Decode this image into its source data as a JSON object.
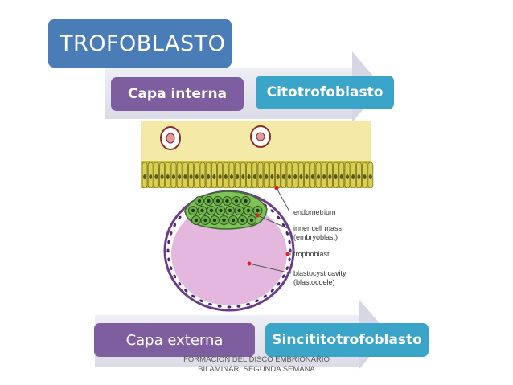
{
  "title": "TROFOBLASTO",
  "top_row": {
    "left_label": "Capa interna",
    "right_label": "Citotrofoblasto"
  },
  "bottom_row": {
    "left_label": "Capa externa",
    "right_label": "Sincititotrofoblasto"
  },
  "figure": {
    "labels": [
      "endometrium",
      "inner cell mass",
      "(embryoblast)",
      "trophoblast",
      "blastocyst cavity",
      "(blastocoele)"
    ]
  },
  "caption": "FORMACION DEL DISCO EMBRIONARIO\nBILAMINAR: SEGUNDA SEMANA",
  "colors": {
    "title_box": "#4a7db7",
    "purple_box": "#7e5e9f",
    "blue_box": "#3aa4c9",
    "endometrium": "#f4e9a6",
    "inner_cell_mass": "#7fc25a",
    "blastocyst_cavity": "#e4b8de"
  }
}
